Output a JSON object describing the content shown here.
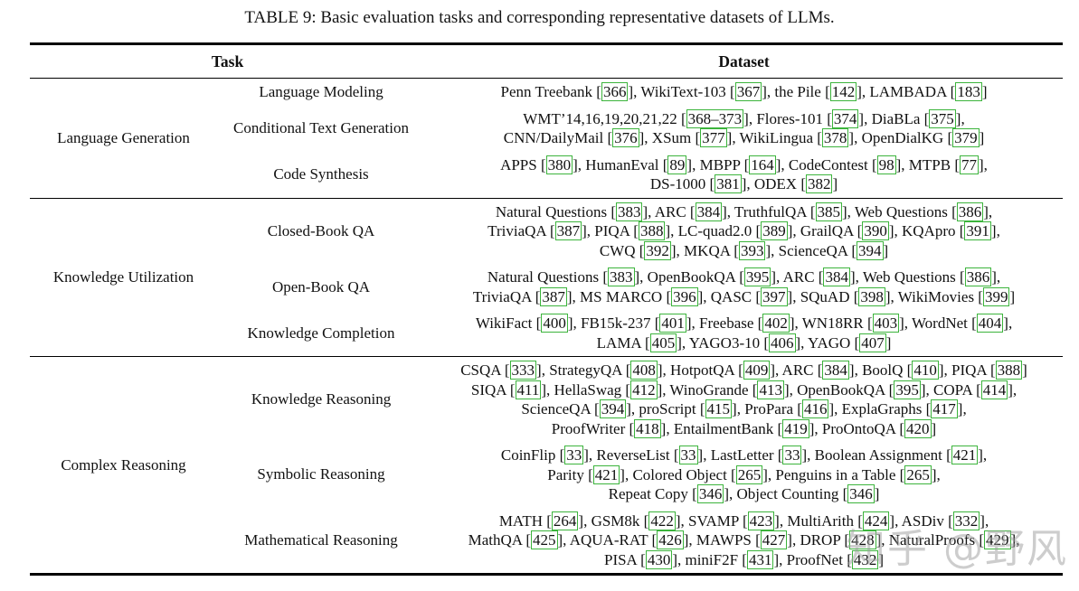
{
  "page": {
    "caption": "TABLE 9: Basic evaluation tasks and corresponding representative datasets of LLMs."
  },
  "table": {
    "headers": {
      "task": "Task",
      "dataset": "Dataset"
    },
    "groups": [
      {
        "name": "Language Generation",
        "rows": [
          {
            "task": "Language Modeling",
            "dataset_lines": [
              "Penn Treebank [366], WikiText-103 [367], the Pile [142], LAMBADA [183]"
            ]
          },
          {
            "task": "Conditional Text Generation",
            "dataset_lines": [
              "WMT’14,16,19,20,21,22 [368–373], Flores-101 [374], DiaBLa [375],",
              "CNN/DailyMail [376], XSum [377], WikiLingua [378], OpenDialKG [379]"
            ]
          },
          {
            "task": "Code Synthesis",
            "dataset_lines": [
              "APPS [380], HumanEval [89], MBPP [164], CodeContest [98], MTPB [77],",
              "DS-1000 [381], ODEX [382]"
            ]
          }
        ]
      },
      {
        "name": "Knowledge Utilization",
        "rows": [
          {
            "task": "Closed-Book QA",
            "dataset_lines": [
              "Natural Questions [383], ARC [384], TruthfulQA [385], Web Questions [386],",
              "TriviaQA [387], PIQA [388], LC-quad2.0 [389], GrailQA [390], KQApro [391],",
              "CWQ [392], MKQA [393], ScienceQA [394]"
            ]
          },
          {
            "task": "Open-Book QA",
            "dataset_lines": [
              "Natural Questions [383], OpenBookQA [395], ARC [384], Web Questions [386],",
              "TriviaQA [387], MS MARCO [396], QASC [397], SQuAD [398], WikiMovies [399]"
            ]
          },
          {
            "task": "Knowledge Completion",
            "dataset_lines": [
              "WikiFact [400], FB15k-237 [401], Freebase [402], WN18RR [403], WordNet [404],",
              "LAMA [405], YAGO3-10 [406], YAGO [407]"
            ]
          }
        ]
      },
      {
        "name": "Complex Reasoning",
        "rows": [
          {
            "task": "Knowledge Reasoning",
            "dataset_lines": [
              "CSQA [333], StrategyQA [408], HotpotQA [409], ARC [384], BoolQ [410], PIQA [388]",
              "SIQA [411], HellaSwag [412], WinoGrande [413], OpenBookQA [395], COPA [414],",
              "ScienceQA [394], proScript [415], ProPara [416], ExplaGraphs [417],",
              "ProofWriter [418], EntailmentBank [419], ProOntoQA [420]"
            ]
          },
          {
            "task": "Symbolic Reasoning",
            "dataset_lines": [
              "CoinFlip [33], ReverseList [33], LastLetter [33], Boolean Assignment [421],",
              "Parity [421], Colored Object [265], Penguins in a Table [265],",
              "Repeat Copy [346], Object Counting [346]"
            ]
          },
          {
            "task": "Mathematical Reasoning",
            "dataset_lines": [
              "MATH [264], GSM8k [422], SVAMP [423], MultiArith [424], ASDiv [332],",
              "MathQA [425], AQUA-RAT [426], MAWPS [427], DROP [428], NaturalProofs [429],",
              "PISA [430], miniF2F [431], ProofNet [432]"
            ]
          }
        ]
      }
    ]
  },
  "watermark": {
    "text": "知乎 @野风"
  },
  "colors": {
    "citation_box": "#3cb43c",
    "text": "#111111",
    "background": "#ffffff"
  }
}
